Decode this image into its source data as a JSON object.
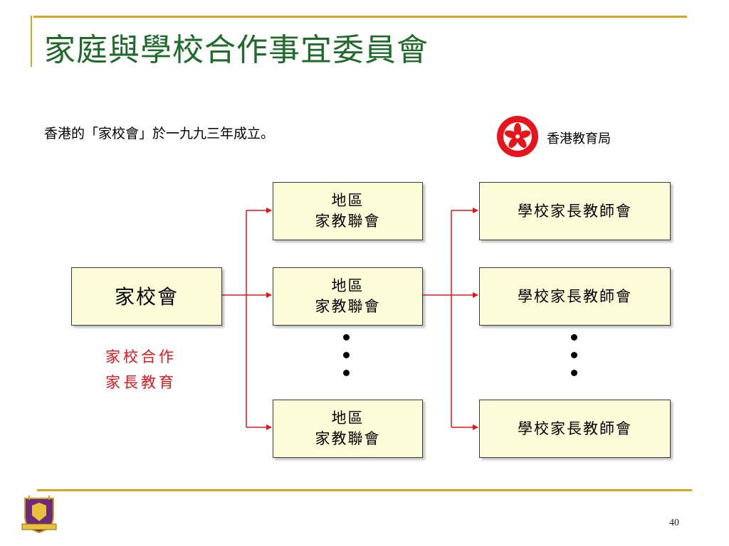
{
  "slide": {
    "title": "家庭與學校合作事宜委員會",
    "subtitle": "香港的「家校會」於一九九三年成立。",
    "page_number": "40"
  },
  "source": {
    "label": "香港教育局",
    "emblem_icon": "hong-kong-emblem-icon"
  },
  "diagram": {
    "main_node": {
      "label": "家校會"
    },
    "functions": [
      "家校合作",
      "家長教育"
    ],
    "district_nodes": [
      {
        "line1": "地區",
        "line2": "家教聯會"
      },
      {
        "line1": "地區",
        "line2": "家教聯會"
      },
      {
        "line1": "地區",
        "line2": "家教聯會"
      }
    ],
    "school_nodes": [
      {
        "label": "學校家長教師會"
      },
      {
        "label": "學校家長教師會"
      },
      {
        "label": "學校家長教師會"
      }
    ]
  },
  "colors": {
    "title": "#1e6b2a",
    "accent_line": "#d9a520",
    "arrow": "#e8141c",
    "box_fill": "#fcfcd8",
    "function_text": "#e8141c"
  },
  "footer": {
    "logo_icon": "cuhk-crest-icon"
  }
}
